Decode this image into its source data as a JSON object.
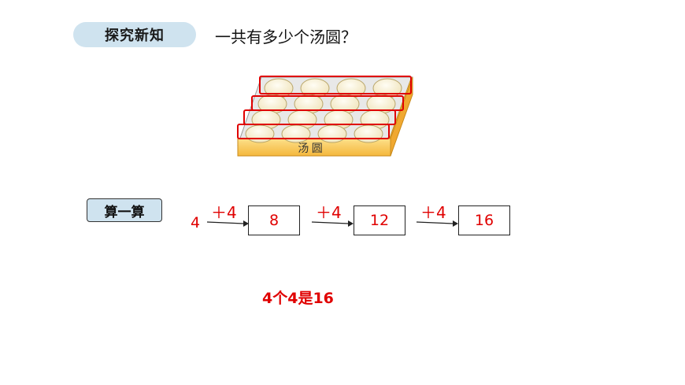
{
  "header": {
    "tag_label": "探究新知",
    "question": "一共有多少个汤圆？"
  },
  "illustration": {
    "box_label": "汤 圆",
    "rows": 4,
    "per_row": 4
  },
  "calc": {
    "label": "算一算",
    "start": "4",
    "steps": [
      {
        "op": "＋4",
        "result": "8"
      },
      {
        "op": "＋4",
        "result": "12"
      },
      {
        "op": "＋4",
        "result": "16"
      }
    ],
    "summary": "4个4是16"
  },
  "colors": {
    "accent_red": "#e00000",
    "tag_bg": "#cfe3ef",
    "tray_orange": "#f7c04a"
  }
}
